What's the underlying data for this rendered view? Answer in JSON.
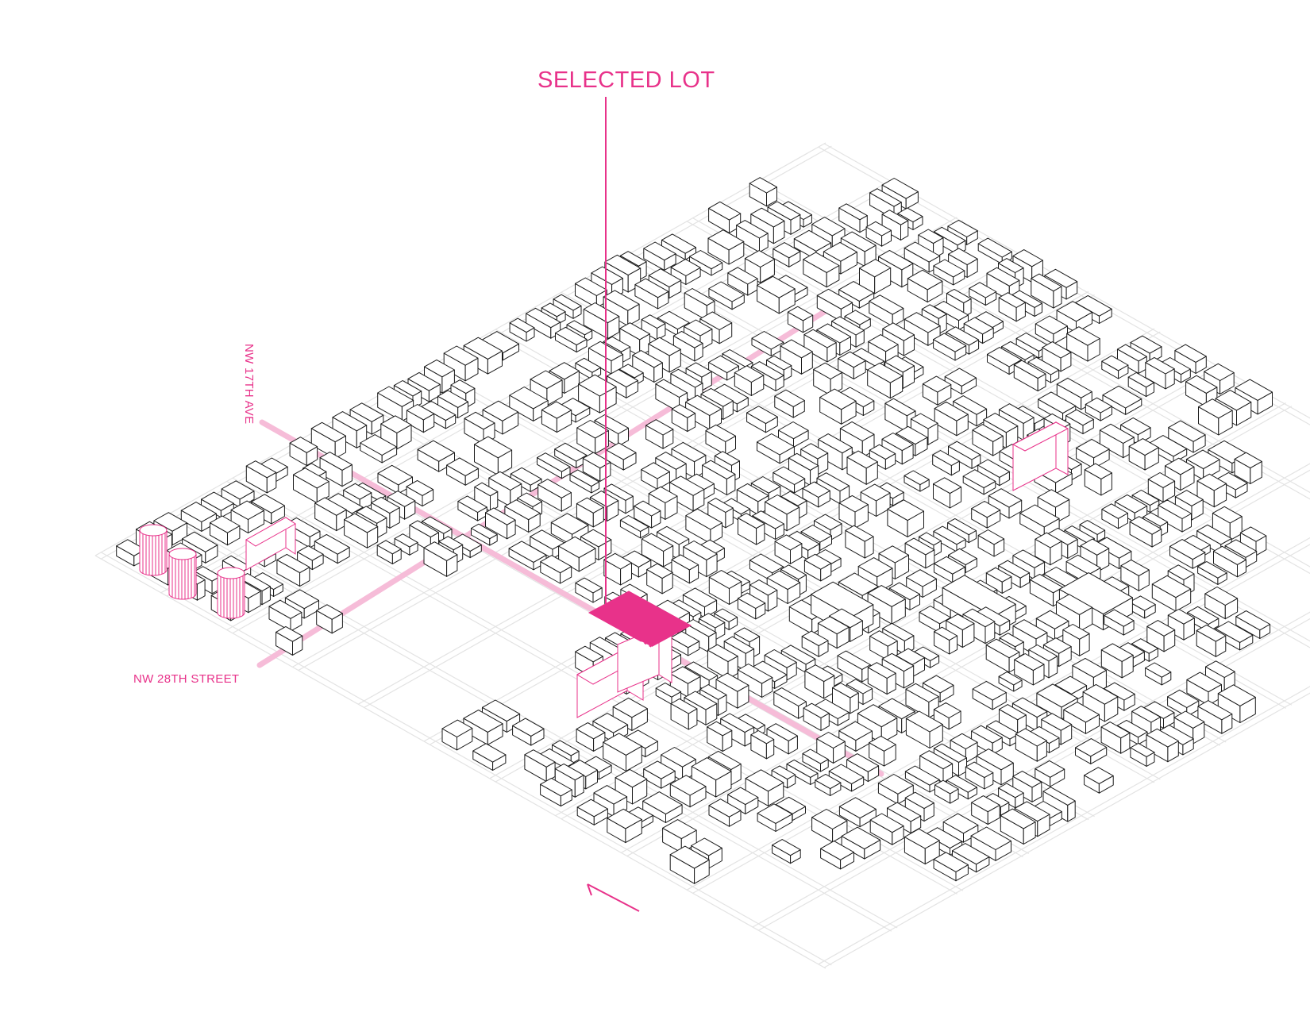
{
  "labels": {
    "selected_lot": "SELECTED LOT",
    "avenue": "NW 17TH AVE",
    "street": "NW 28TH STREET"
  },
  "colors": {
    "accent": "#e8328a",
    "street_highlight": "#f6bcd8",
    "building_outline": "#1a1a1a",
    "road_outline": "#e3e3e3",
    "background": "#ffffff"
  },
  "icons": {
    "north_arrow": "north-arrow-icon"
  }
}
